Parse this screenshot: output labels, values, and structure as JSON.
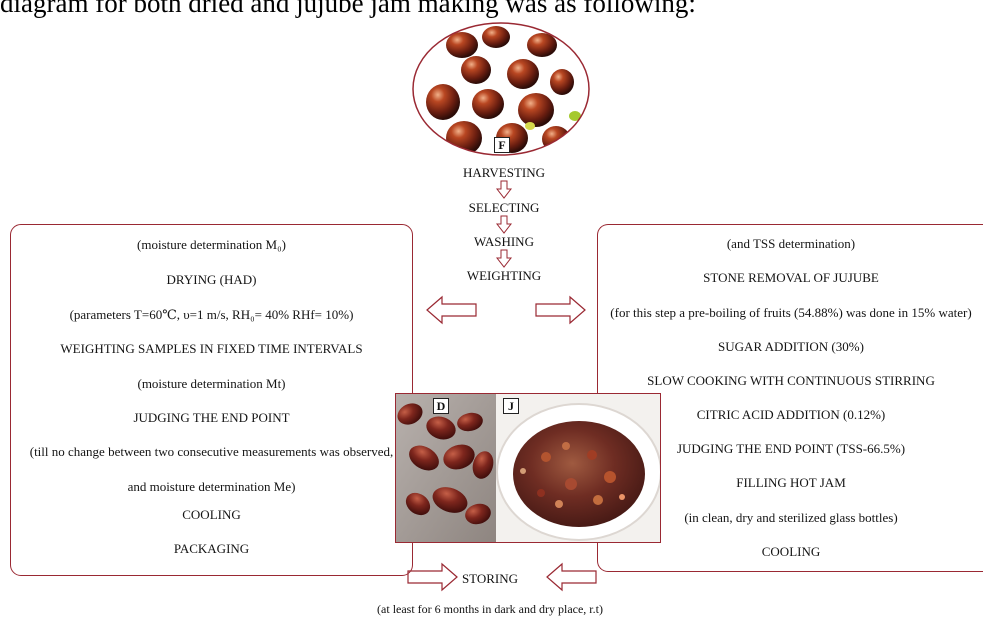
{
  "intro_text": "diagram for both dried and jujube jam making was as following:",
  "top_image": {
    "label": "F"
  },
  "bottom_images": {
    "left_label": "D",
    "right_label": "J"
  },
  "center_steps": [
    "HARVESTING",
    "SELECTING",
    "WASHING",
    "WEIGHTING"
  ],
  "left_panel": {
    "lines": [
      "(moisture determination M₀)",
      "DRYING (HAD)",
      "(parameters T=60℃, υ=1 m/s, RH₀= 40% RHf= 10%)",
      "WEIGHTING SAMPLES IN FIXED TIME INTERVALS",
      "(moisture determination Mt)",
      "JUDGING THE END POINT",
      "(till no change between two consecutive measurements was observed,",
      "and moisture determination Me)",
      "COOLING",
      "PACKAGING"
    ]
  },
  "right_panel": {
    "lines": [
      "(and TSS determination)",
      "STONE REMOVAL OF JUJUBE",
      "(for this step a pre-boiling of fruits (54.88%) was done in 15% water)",
      "SUGAR ADDITION (30%)",
      "SLOW COOKING WITH CONTINUOUS STIRRING",
      "CITRIC ACID ADDITION (0.12%)",
      "JUDGING THE END POINT (TSS-66.5%)",
      "FILLING HOT JAM",
      "(in clean, dry and sterilized glass bottles)",
      "COOLING"
    ]
  },
  "bottom_step": "STORING",
  "footer_note": "(at least for 6 months in dark and dry place, r.t)",
  "colors": {
    "accent": "#9a2933",
    "text": "#111111"
  }
}
